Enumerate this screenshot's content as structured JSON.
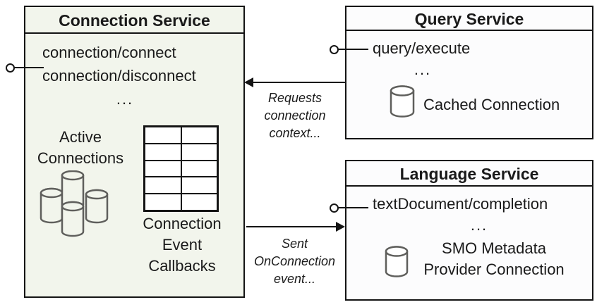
{
  "colors": {
    "connection_service_fill": "#f2f5ec",
    "service_fill": "#fcfcfd",
    "line": "#141414",
    "cylinder_stroke": "#5f5f5c",
    "text": "#1a1a1a"
  },
  "icons": {
    "database": "cylinder-shape",
    "database_cluster": "four-overlapping-cylinders",
    "callbacks_table": "5x2-grid",
    "interface_lollipop": "circle-with-stem-line",
    "arrowheads": "solid-triangle"
  },
  "connection_service": {
    "title": "Connection Service",
    "method1": "connection/connect",
    "method2": "connection/disconnect",
    "ellipsis": "...",
    "active_connections": {
      "line1": "Active",
      "line2": "Connections"
    },
    "callbacks": {
      "line1": "Connection",
      "line2": "Event",
      "line3": "Callbacks"
    }
  },
  "query_service": {
    "title": "Query Service",
    "method": "query/execute",
    "ellipsis": "...",
    "connection_label": "Cached Connection"
  },
  "language_service": {
    "title": "Language Service",
    "method": "textDocument/completion",
    "ellipsis": "...",
    "connection_label": {
      "line1": "SMO Metadata",
      "line2": "Provider Connection"
    }
  },
  "arrows": {
    "requests_connection": {
      "line1": "Requests",
      "line2": "connection",
      "line3": "context..."
    },
    "sent_onconnection": {
      "line1": "Sent",
      "line2": "OnConnection",
      "line3": "event..."
    }
  }
}
